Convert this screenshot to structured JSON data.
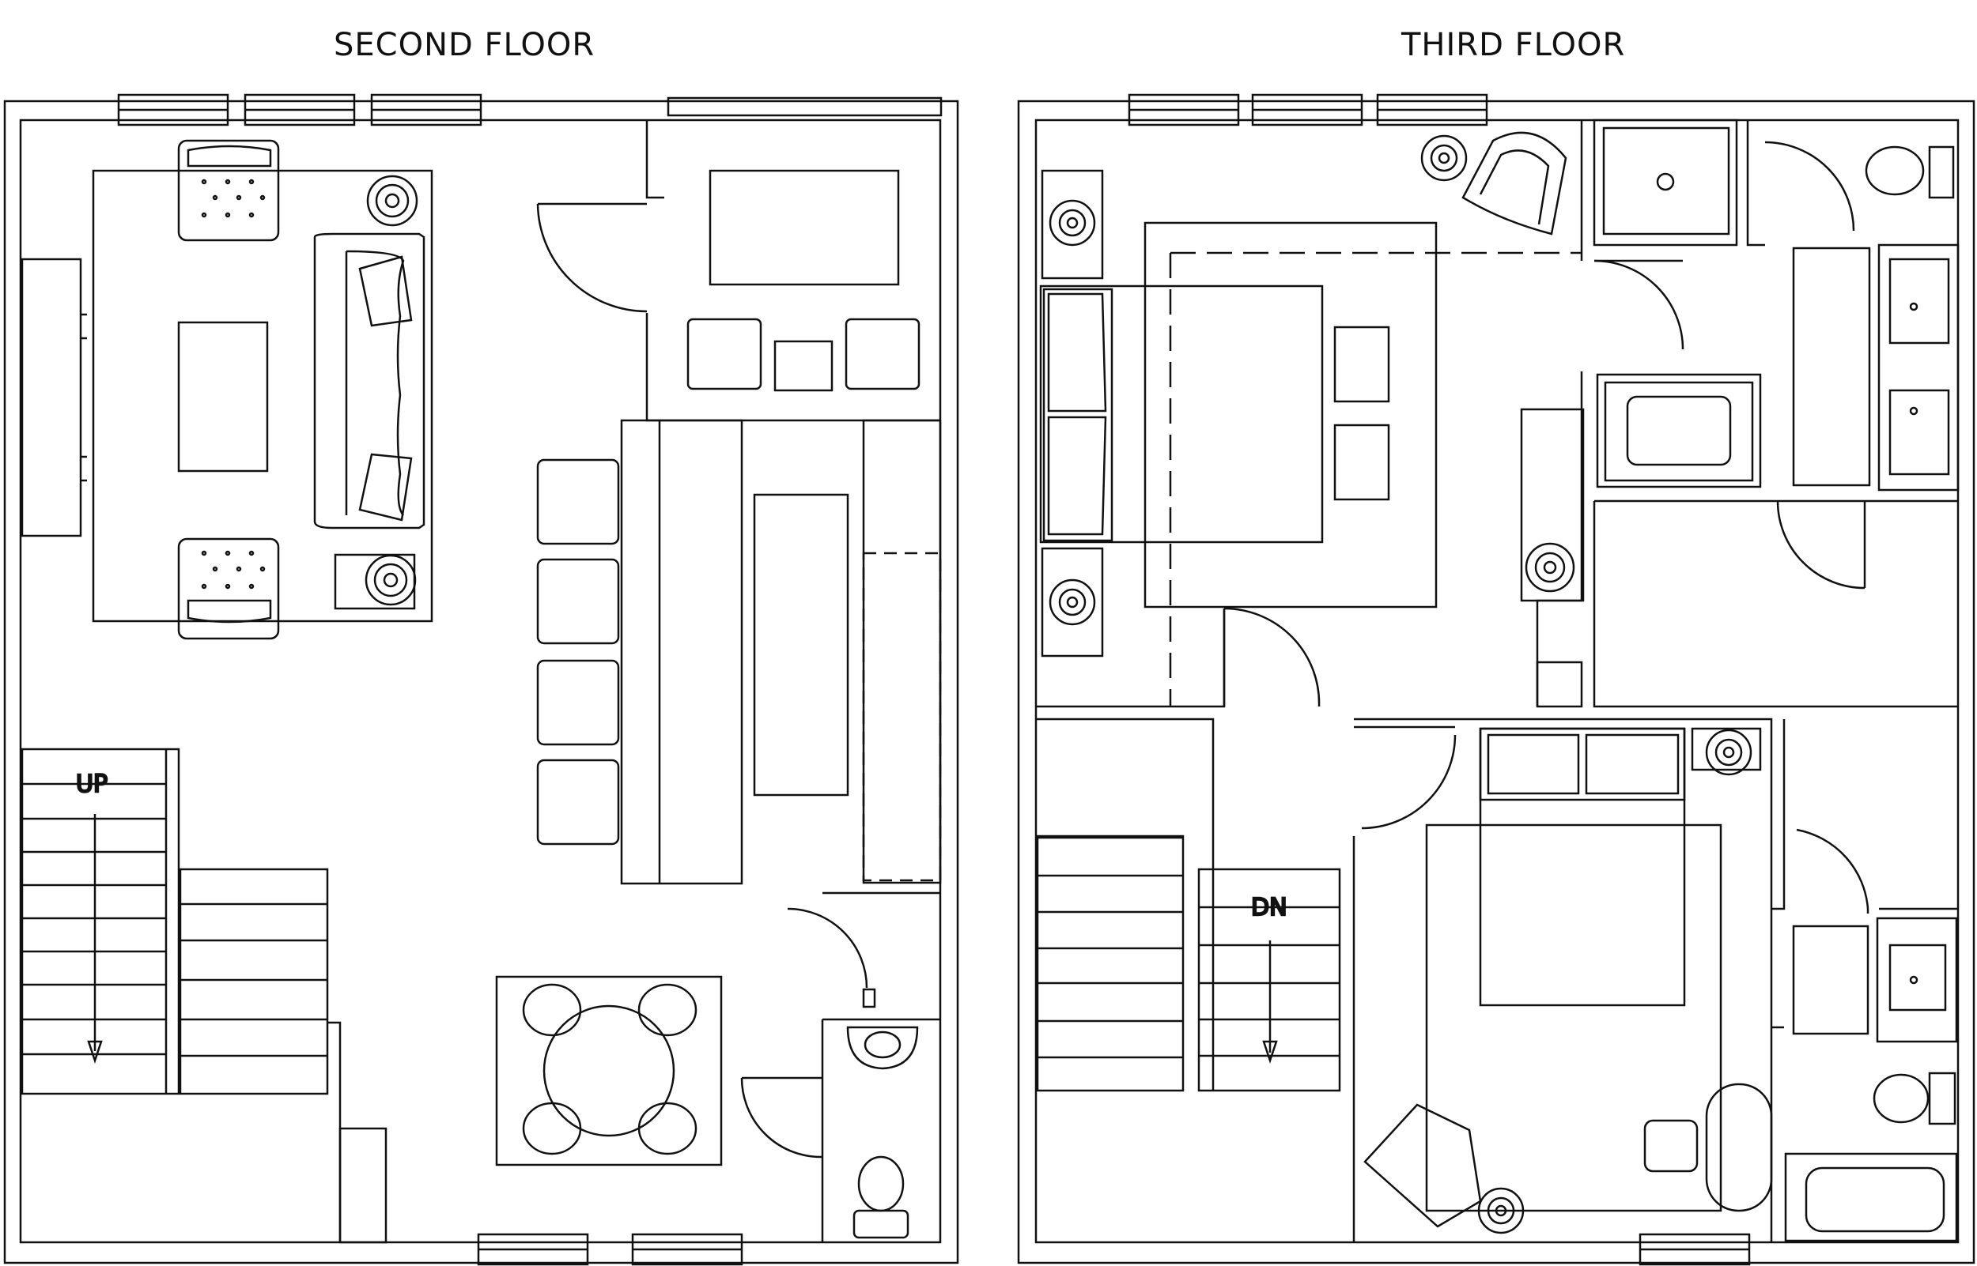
{
  "floors": {
    "second": {
      "title": "SECOND FLOOR",
      "stair_label": "UP"
    },
    "third": {
      "title": "THIRD FLOOR",
      "stair_label": "DN"
    }
  }
}
